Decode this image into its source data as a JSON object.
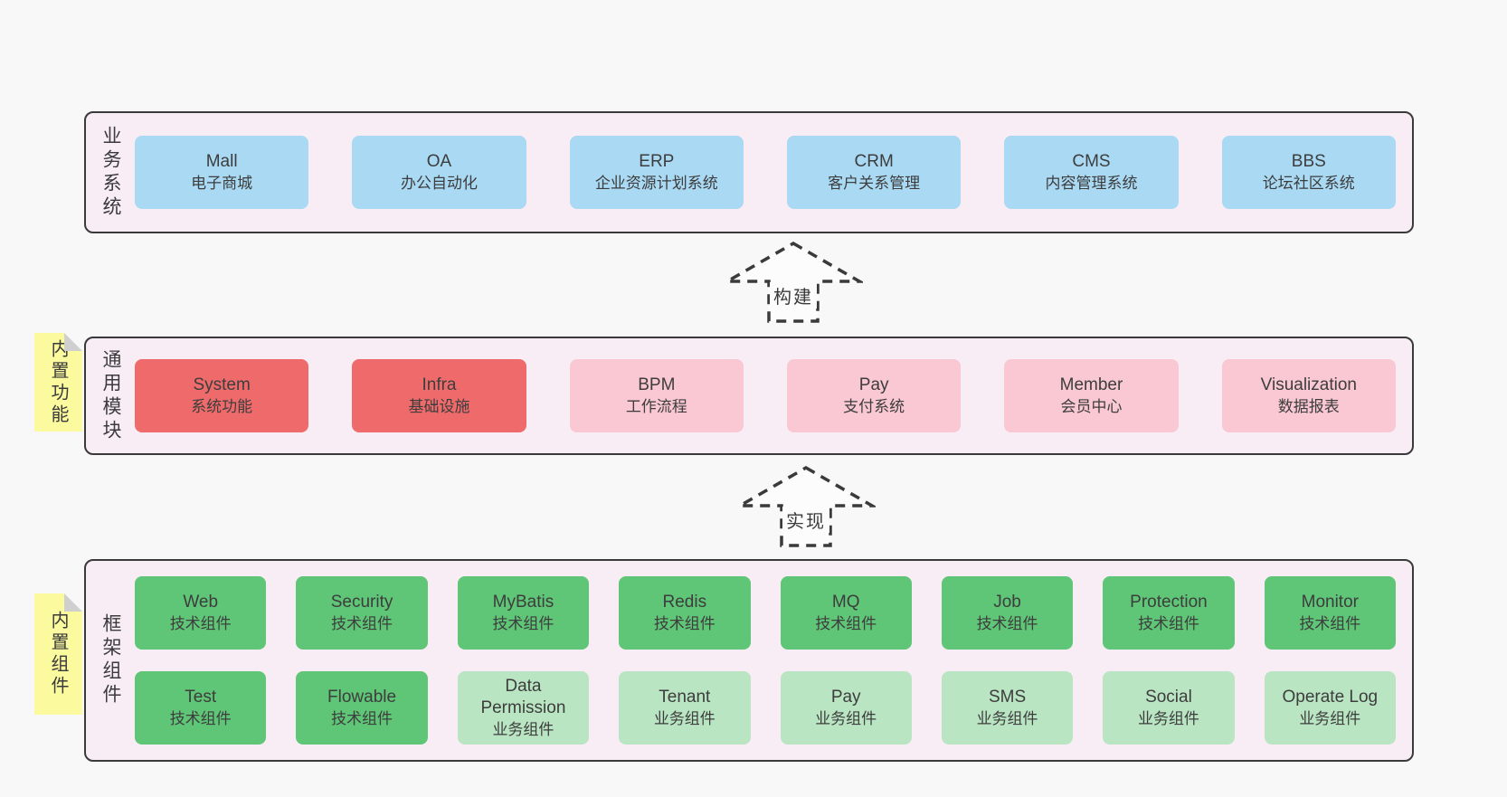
{
  "palette": {
    "page_bg": "#f8f8f8",
    "layer_bg": "#f8edf5",
    "border": "#3a3a3a",
    "blue": "#a9d9f3",
    "red": "#ef6b6b",
    "pink": "#f9c8d3",
    "green": "#5fc577",
    "green_light": "#b9e5c3",
    "note_yellow": "#fbfa9e"
  },
  "arrows": [
    {
      "label": "构建"
    },
    {
      "label": "实现"
    }
  ],
  "layers": [
    {
      "id": "business",
      "label": "业务系统",
      "rows": [
        [
          {
            "title": "Mall",
            "subtitle": "电子商城"
          },
          {
            "title": "OA",
            "subtitle": "办公自动化"
          },
          {
            "title": "ERP",
            "subtitle": "企业资源计划系统"
          },
          {
            "title": "CRM",
            "subtitle": "客户关系管理"
          },
          {
            "title": "CMS",
            "subtitle": "内容管理系统"
          },
          {
            "title": "BBS",
            "subtitle": "论坛社区系统"
          }
        ]
      ]
    },
    {
      "id": "modules",
      "label": "通用模块",
      "note": "内置功能",
      "rows": [
        [
          {
            "title": "System",
            "subtitle": "系统功能"
          },
          {
            "title": "Infra",
            "subtitle": "基础设施"
          },
          {
            "title": "BPM",
            "subtitle": "工作流程"
          },
          {
            "title": "Pay",
            "subtitle": "支付系统"
          },
          {
            "title": "Member",
            "subtitle": "会员中心"
          },
          {
            "title": "Visualization",
            "subtitle": "数据报表"
          }
        ]
      ]
    },
    {
      "id": "components",
      "label": "框架组件",
      "note": "内置组件",
      "rows": [
        [
          {
            "title": "Web",
            "subtitle": "技术组件"
          },
          {
            "title": "Security",
            "subtitle": "技术组件"
          },
          {
            "title": "MyBatis",
            "subtitle": "技术组件"
          },
          {
            "title": "Redis",
            "subtitle": "技术组件"
          },
          {
            "title": "MQ",
            "subtitle": "技术组件"
          },
          {
            "title": "Job",
            "subtitle": "技术组件"
          },
          {
            "title": "Protection",
            "subtitle": "技术组件"
          },
          {
            "title": "Monitor",
            "subtitle": "技术组件"
          }
        ],
        [
          {
            "title": "Test",
            "subtitle": "技术组件"
          },
          {
            "title": "Flowable",
            "subtitle": "技术组件"
          },
          {
            "title": "Data Permission",
            "subtitle": "业务组件"
          },
          {
            "title": "Tenant",
            "subtitle": "业务组件"
          },
          {
            "title": "Pay",
            "subtitle": "业务组件"
          },
          {
            "title": "SMS",
            "subtitle": "业务组件"
          },
          {
            "title": "Social",
            "subtitle": "业务组件"
          },
          {
            "title": "Operate Log",
            "subtitle": "业务组件"
          }
        ]
      ]
    }
  ]
}
